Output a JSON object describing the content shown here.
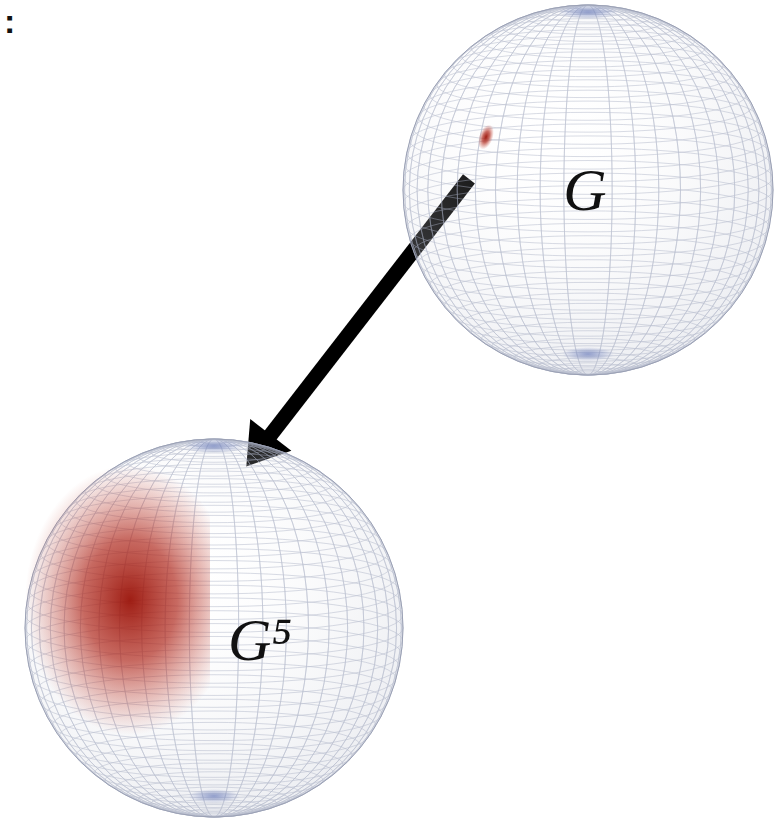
{
  "diagram": {
    "nodes": [
      {
        "text": [
          "G"
        ]
      },
      {
        "text": [
          "G⁵"
        ]
      }
    ],
    "edges": [
      {
        "from": 0,
        "to": 1,
        "arrow": "to"
      }
    ],
    "labels": [
      ":"
    ]
  }
}
